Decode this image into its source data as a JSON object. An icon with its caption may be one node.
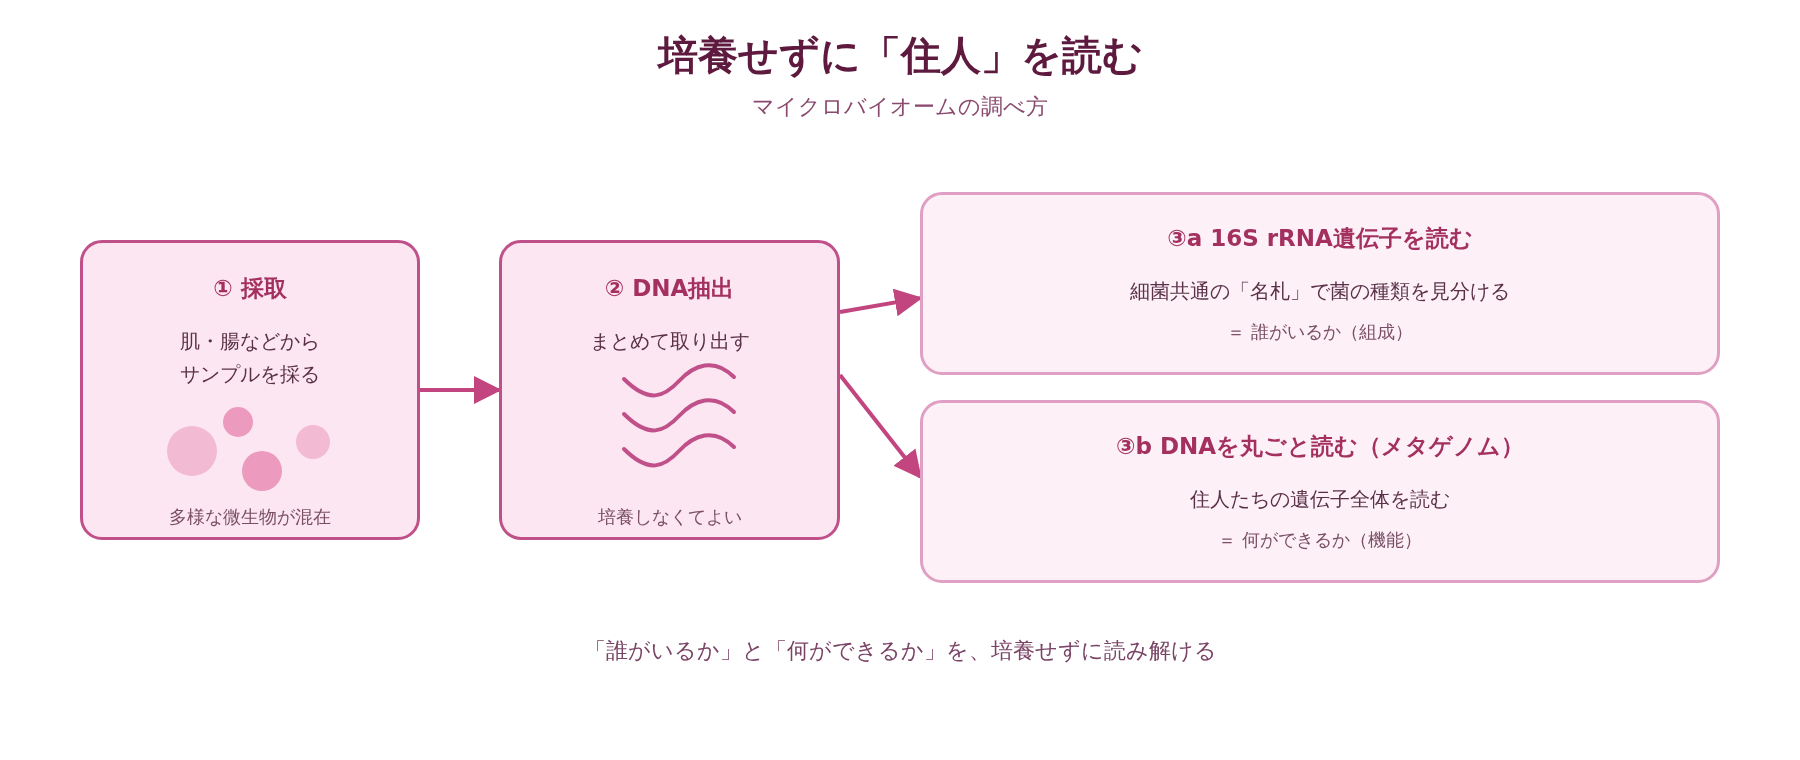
{
  "diagram": {
    "title": "培養せずに「住人」を読む",
    "caption": "「誰がいるか」と「何ができるか」を、培養せずに読み解ける",
    "nodes": [
      {
        "text": [
          "① 採取",
          "肌・腸などからサンプルを採る",
          "多様な微生物が混在"
        ]
      },
      {
        "text": [
          "② DNA抽出",
          "まとめて取り出す",
          "培養しなくてよい"
        ]
      },
      {
        "text": [
          "③a 16S rRNA遺伝子を読む",
          "細菌共通の「名札」で菌の種類を見分ける",
          "＝ 誰がいるか（組成）"
        ]
      },
      {
        "text": [
          "③b DNAを丸ごと読む（メタゲノム）",
          "住人たちの遺伝子全体を読む",
          "＝ 何ができるか（機能）"
        ]
      }
    ],
    "edges": [
      {
        "from": 0,
        "to": 1,
        "arrow": "to"
      },
      {
        "from": 1,
        "to": 2,
        "arrow": "to"
      },
      {
        "from": 1,
        "to": 3,
        "arrow": "to"
      }
    ],
    "labels": [
      "マイクロバイオームの調べ方"
    ]
  }
}
